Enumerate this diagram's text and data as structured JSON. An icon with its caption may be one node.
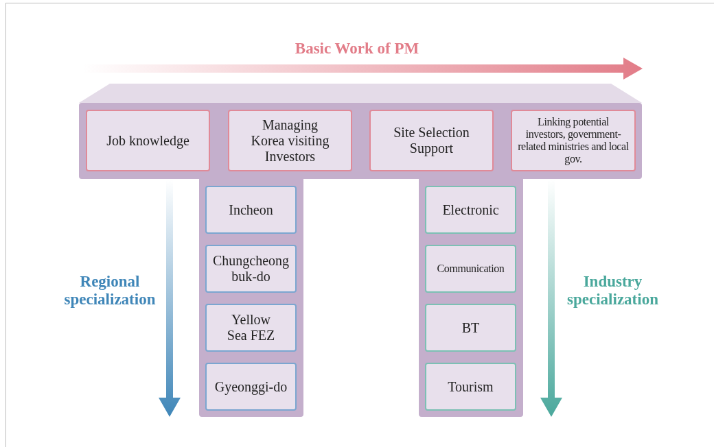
{
  "diagram": {
    "nodes": [
      {
        "text": [],
        "shape": "box"
      },
      {
        "text": [
          "Job knowledge"
        ],
        "in": 0
      },
      {
        "text": [
          "Managing Korea visiting Investors"
        ],
        "in": 0
      },
      {
        "text": [
          "Site Selection Support"
        ],
        "in": 0
      },
      {
        "text": [
          "Linking potential investors, government-related ministries and local gov."
        ],
        "in": 0
      },
      {
        "text": [],
        "shape": "box"
      },
      {
        "text": [
          "Incheon"
        ],
        "in": 5
      },
      {
        "text": [
          "Chungcheong buk-do"
        ],
        "in": 5
      },
      {
        "text": [
          "Yellow Sea FEZ"
        ],
        "in": 5
      },
      {
        "text": [
          "Gyeonggi-do"
        ],
        "in": 5
      },
      {
        "text": [],
        "shape": "box"
      },
      {
        "text": [
          "Electronic"
        ],
        "in": 10
      },
      {
        "text": [
          "Communication"
        ],
        "in": 10
      },
      {
        "text": [
          "BT"
        ],
        "in": 10
      },
      {
        "text": [
          "Tourism"
        ],
        "in": 10
      }
    ],
    "edges": [],
    "labels": [
      "Basic Work of PM",
      "Regional specialization",
      "Industry specialization"
    ]
  }
}
